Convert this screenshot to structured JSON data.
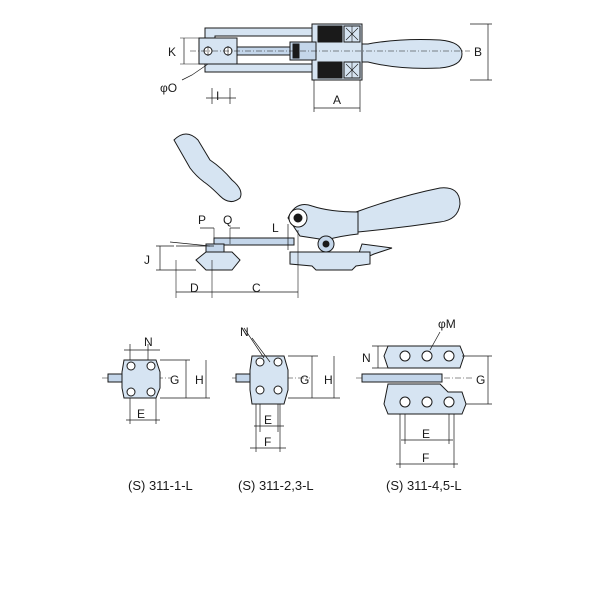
{
  "top_view": {
    "labels": {
      "k": "K",
      "o": "φO",
      "i": "I",
      "a": "A",
      "b": "B"
    }
  },
  "side_view": {
    "labels": {
      "p": "P",
      "q": "Q",
      "l": "L",
      "j": "J",
      "d": "D",
      "c": "C"
    }
  },
  "variants": [
    {
      "caption": "(S) 311-1-L",
      "labels": {
        "n": "N",
        "g": "G",
        "h": "H",
        "e": "E"
      }
    },
    {
      "caption": "(S) 311-2,3-L",
      "labels": {
        "n": "N",
        "g": "G",
        "h": "H",
        "e": "E",
        "f": "F"
      }
    },
    {
      "caption": "(S) 311-4,5-L",
      "labels": {
        "n": "N",
        "m": "φM",
        "g": "G",
        "e": "E",
        "f": "F"
      }
    }
  ],
  "colors": {
    "part_fill": "#d6e4f2",
    "line": "#1a1a1a"
  }
}
